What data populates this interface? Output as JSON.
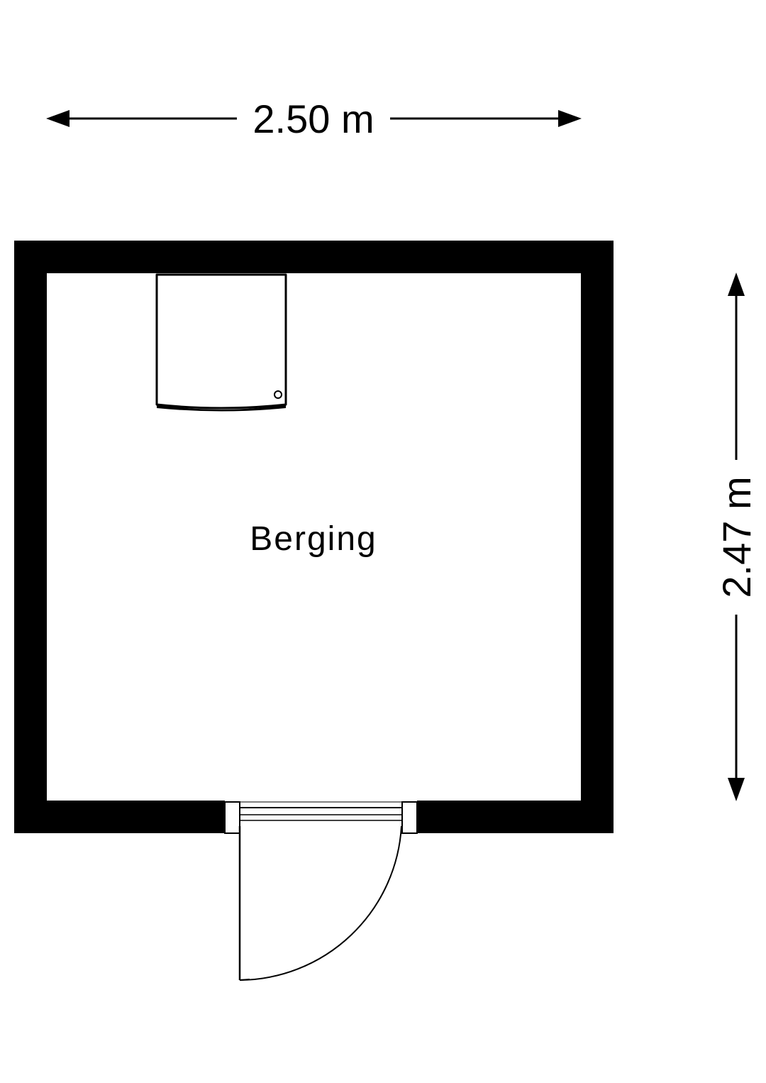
{
  "dimensions": {
    "width_label": "2.50 m",
    "height_label": "2.47 m"
  },
  "room": {
    "name": "Berging"
  },
  "colors": {
    "wall": "#000000",
    "floor": "#ffffff",
    "line": "#000000"
  }
}
